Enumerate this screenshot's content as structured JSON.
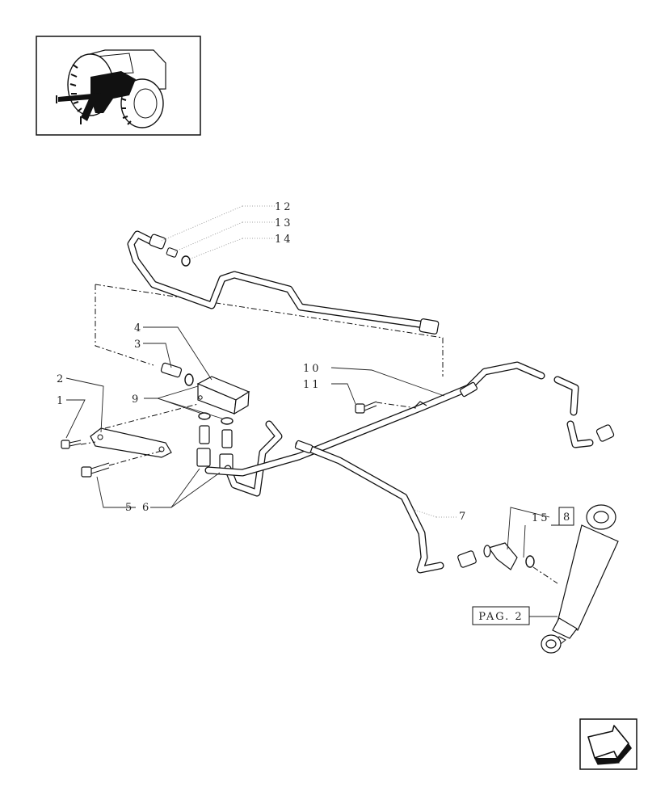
{
  "callouts": {
    "c1": "1",
    "c2": "2",
    "c3": "3",
    "c4": "4",
    "c5": "5",
    "c6": "6",
    "c7": "7",
    "c9": "9",
    "c10": "10",
    "c11": "11",
    "c12": "12",
    "c13": "13",
    "c14": "14",
    "c15": "15",
    "c8": "8"
  },
  "page_ref": "PAG. 2",
  "icons": {
    "thumbnail": "tractor-locator-thumbnail",
    "nav": "next-page-arrow-icon"
  }
}
